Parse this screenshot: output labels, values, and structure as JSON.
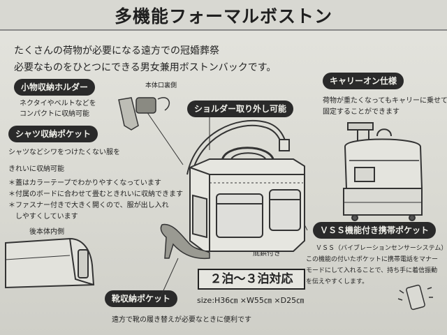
{
  "title": "多機能フォーマルボストン",
  "intro": {
    "line1": "たくさんの荷物が必要になる遠方での冠婚葬祭",
    "line2": "必要なものをひとつにできる男女兼用ボストンバックです。"
  },
  "small_holder": {
    "label": "小物収納ホルダー",
    "lines": [
      "ネクタイやベルトなどを",
      "コンパクトに収納可能"
    ],
    "note": "本体口裏側"
  },
  "shirt_pocket": {
    "label": "シャツ収納ポケット",
    "lines": [
      "シャツなどシワをつけたくない服を",
      "きれいに収納可能",
      "＊蓋はカラーテープでわかりやすくなっています",
      "＊付属のボードに合わせて畳むときれいに収納できます",
      "＊ファスナー付きで大きく開くので、服が出し入れ",
      "　しやすくしています"
    ],
    "inner_label": "後本体内側"
  },
  "shoulder": {
    "label": "ショルダー取り外し可能"
  },
  "carry_on": {
    "label": "キャリーオン仕様",
    "lines": [
      "荷物が重たくなってもキャリーに乗せて",
      "固定することができます"
    ]
  },
  "bottom_rivets": {
    "label": "底鋲付き"
  },
  "nights": {
    "label": "２泊～３泊対応"
  },
  "size": {
    "label": "size:H36㎝ ×W55㎝ ×D25㎝"
  },
  "vss": {
    "label": "ＶＳＳ機能付き携帯ポケット",
    "lines": [
      "ＶＳＳ（バイブレーションセンサーシステム）",
      "この機能の付いたポケットに携帯電話をマナー",
      "モードにして入れることで、持ち手に着信振動",
      "を伝えやすくします。"
    ]
  },
  "shoe_pocket": {
    "label": "靴収納ポケット",
    "lines": [
      "遠方で靴の履き替えが必要なときに便利です"
    ]
  },
  "colors": {
    "pill_bg": "#2a2a2a",
    "pill_text": "#f0f0ea",
    "ink": "#222222"
  },
  "icons": [
    "tie-icon",
    "bag-icon",
    "shoe-icon",
    "trolley-icon",
    "phone-icon"
  ]
}
